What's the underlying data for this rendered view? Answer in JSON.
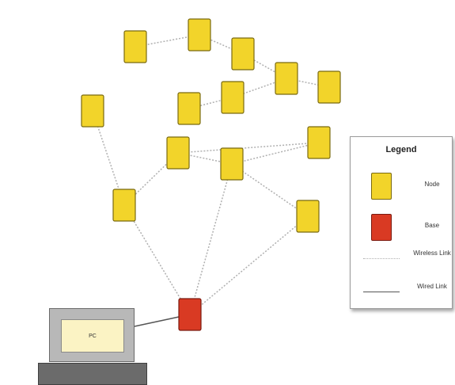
{
  "colors": {
    "node_fill": "#f2d42a",
    "node_stroke": "#7a6a10",
    "base_fill": "#d93a23",
    "base_stroke": "#7a1a10",
    "wireless_link": "#b0b0b0",
    "wired_link": "#555555"
  },
  "nodes": [
    "n1",
    "n2",
    "n3",
    "n4",
    "n5",
    "n6",
    "n7",
    "n8",
    "n9",
    "n10",
    "n11",
    "n12",
    "n13",
    "n14"
  ],
  "base": {
    "id": "base"
  },
  "pc": {
    "label": "PC"
  },
  "legend": {
    "title": "Legend",
    "node_label": "Node",
    "base_label": "Base",
    "wireless_label": "Wireless Link",
    "wired_label": "Wired Link"
  },
  "wireless_links": [
    [
      "n1",
      "n2"
    ],
    [
      "n2",
      "n3"
    ],
    [
      "n3",
      "n4"
    ],
    [
      "n4",
      "n5"
    ],
    [
      "n4",
      "n6"
    ],
    [
      "n6",
      "n7"
    ],
    [
      "n8",
      "n11"
    ],
    [
      "n9",
      "n10"
    ],
    [
      "n10",
      "n12"
    ],
    [
      "n12",
      "n13"
    ],
    [
      "n11",
      "n10"
    ],
    [
      "n12",
      "n14"
    ],
    [
      "n11",
      "base"
    ],
    [
      "n12",
      "base"
    ],
    [
      "n14",
      "base"
    ]
  ],
  "wired_links": [
    [
      "pc",
      "base"
    ]
  ]
}
